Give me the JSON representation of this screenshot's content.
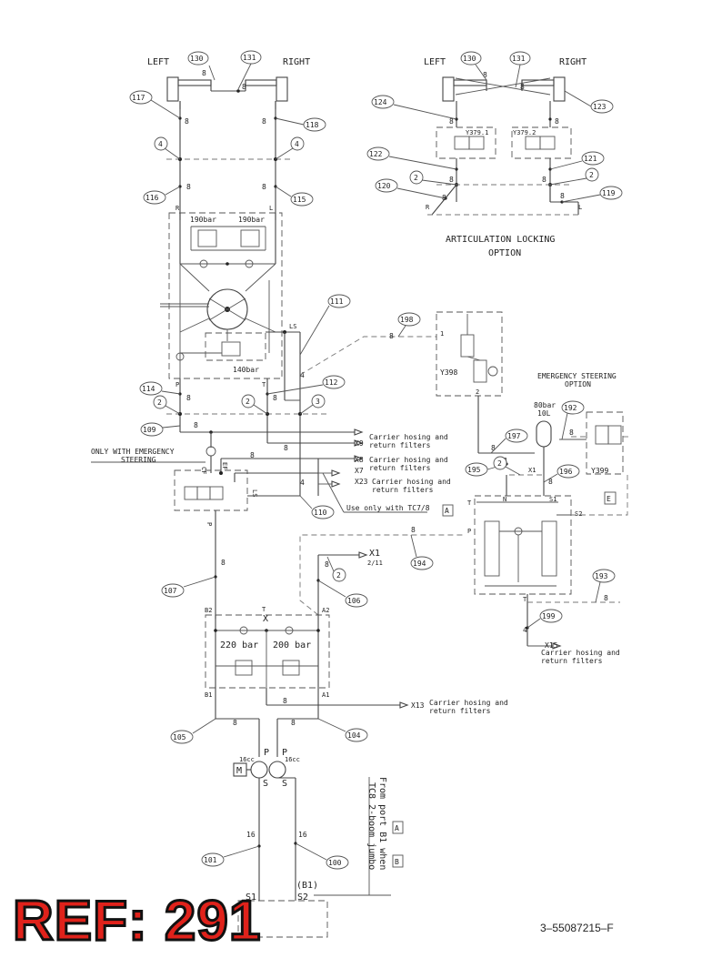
{
  "labels": {
    "left": "LEFT",
    "right": "RIGHT",
    "articulation_locking_1": "ARTICULATION LOCKING",
    "articulation_locking_2": "OPTION",
    "emergency_steering_1": "EMERGENCY STEERING",
    "emergency_steering_2": "OPTION",
    "only_emergency_1": "ONLY WITH EMERGENCY",
    "only_emergency_2": "STEERING",
    "carrier_hosing_1": "Carrier hosing and",
    "carrier_hosing_2": "return filters",
    "use_only_tc": "Use only with TC7/8",
    "from_port_1": "From port B1 when",
    "from_port_2": "TC8 2-boom jumbo"
  },
  "ports": {
    "x9": "X9",
    "x8": "X8",
    "x7": "X7",
    "x23": "X23",
    "x13": "X13",
    "x1": "X1",
    "x1_sub": "2/11",
    "x15": "X15",
    "r": "R",
    "l": "L",
    "p": "P",
    "t": "T",
    "ls": "LS",
    "cf": "CF",
    "ef": "EF",
    "b2": "B2",
    "a2": "A2",
    "b1": "B1",
    "a1": "A1",
    "n": "N",
    "s1": "S1",
    "s2": "S2",
    "s": "S",
    "s1b": "S1",
    "s2b": "S2",
    "b1p": "(B1)",
    "m": "M"
  },
  "pressures": {
    "p190a": "190bar",
    "p190b": "190bar",
    "p140": "140bar",
    "p220": "220 bar",
    "p200": "200 bar",
    "p80": "80bar",
    "v10": "10L",
    "cc_a": "16cc",
    "cc_b": "16cc"
  },
  "valves": {
    "y379_1": "Y379.1",
    "y379_2": "Y379.2",
    "y398": "Y398",
    "y399": "Y399"
  },
  "boxes": {
    "a1": "A",
    "e": "E",
    "a2": "A",
    "b": "B"
  },
  "sizes": {
    "s8": "8",
    "s4": "4",
    "s16": "16",
    "s2": "2",
    "s3": "3"
  },
  "callouts": {
    "c130": "130",
    "c131": "131",
    "c117": "117",
    "c118": "118",
    "c4": "4",
    "c116": "116",
    "c115": "115",
    "c111": "111",
    "c114": "114",
    "c112": "112",
    "c2": "2",
    "c3": "3",
    "c109": "109",
    "c110": "110",
    "c107": "107",
    "c106": "106",
    "c105": "105",
    "c104": "104",
    "c101": "101",
    "c100": "100",
    "c124": "124",
    "c123": "123",
    "c122": "122",
    "c121": "121",
    "c120": "120",
    "c119": "119",
    "c198": "198",
    "c197": "197",
    "c192": "192",
    "c195": "195",
    "c196": "196",
    "c194": "194",
    "c193": "193",
    "c199": "199"
  },
  "ref": "REF: 291",
  "doc_number": "3–55087215–F"
}
